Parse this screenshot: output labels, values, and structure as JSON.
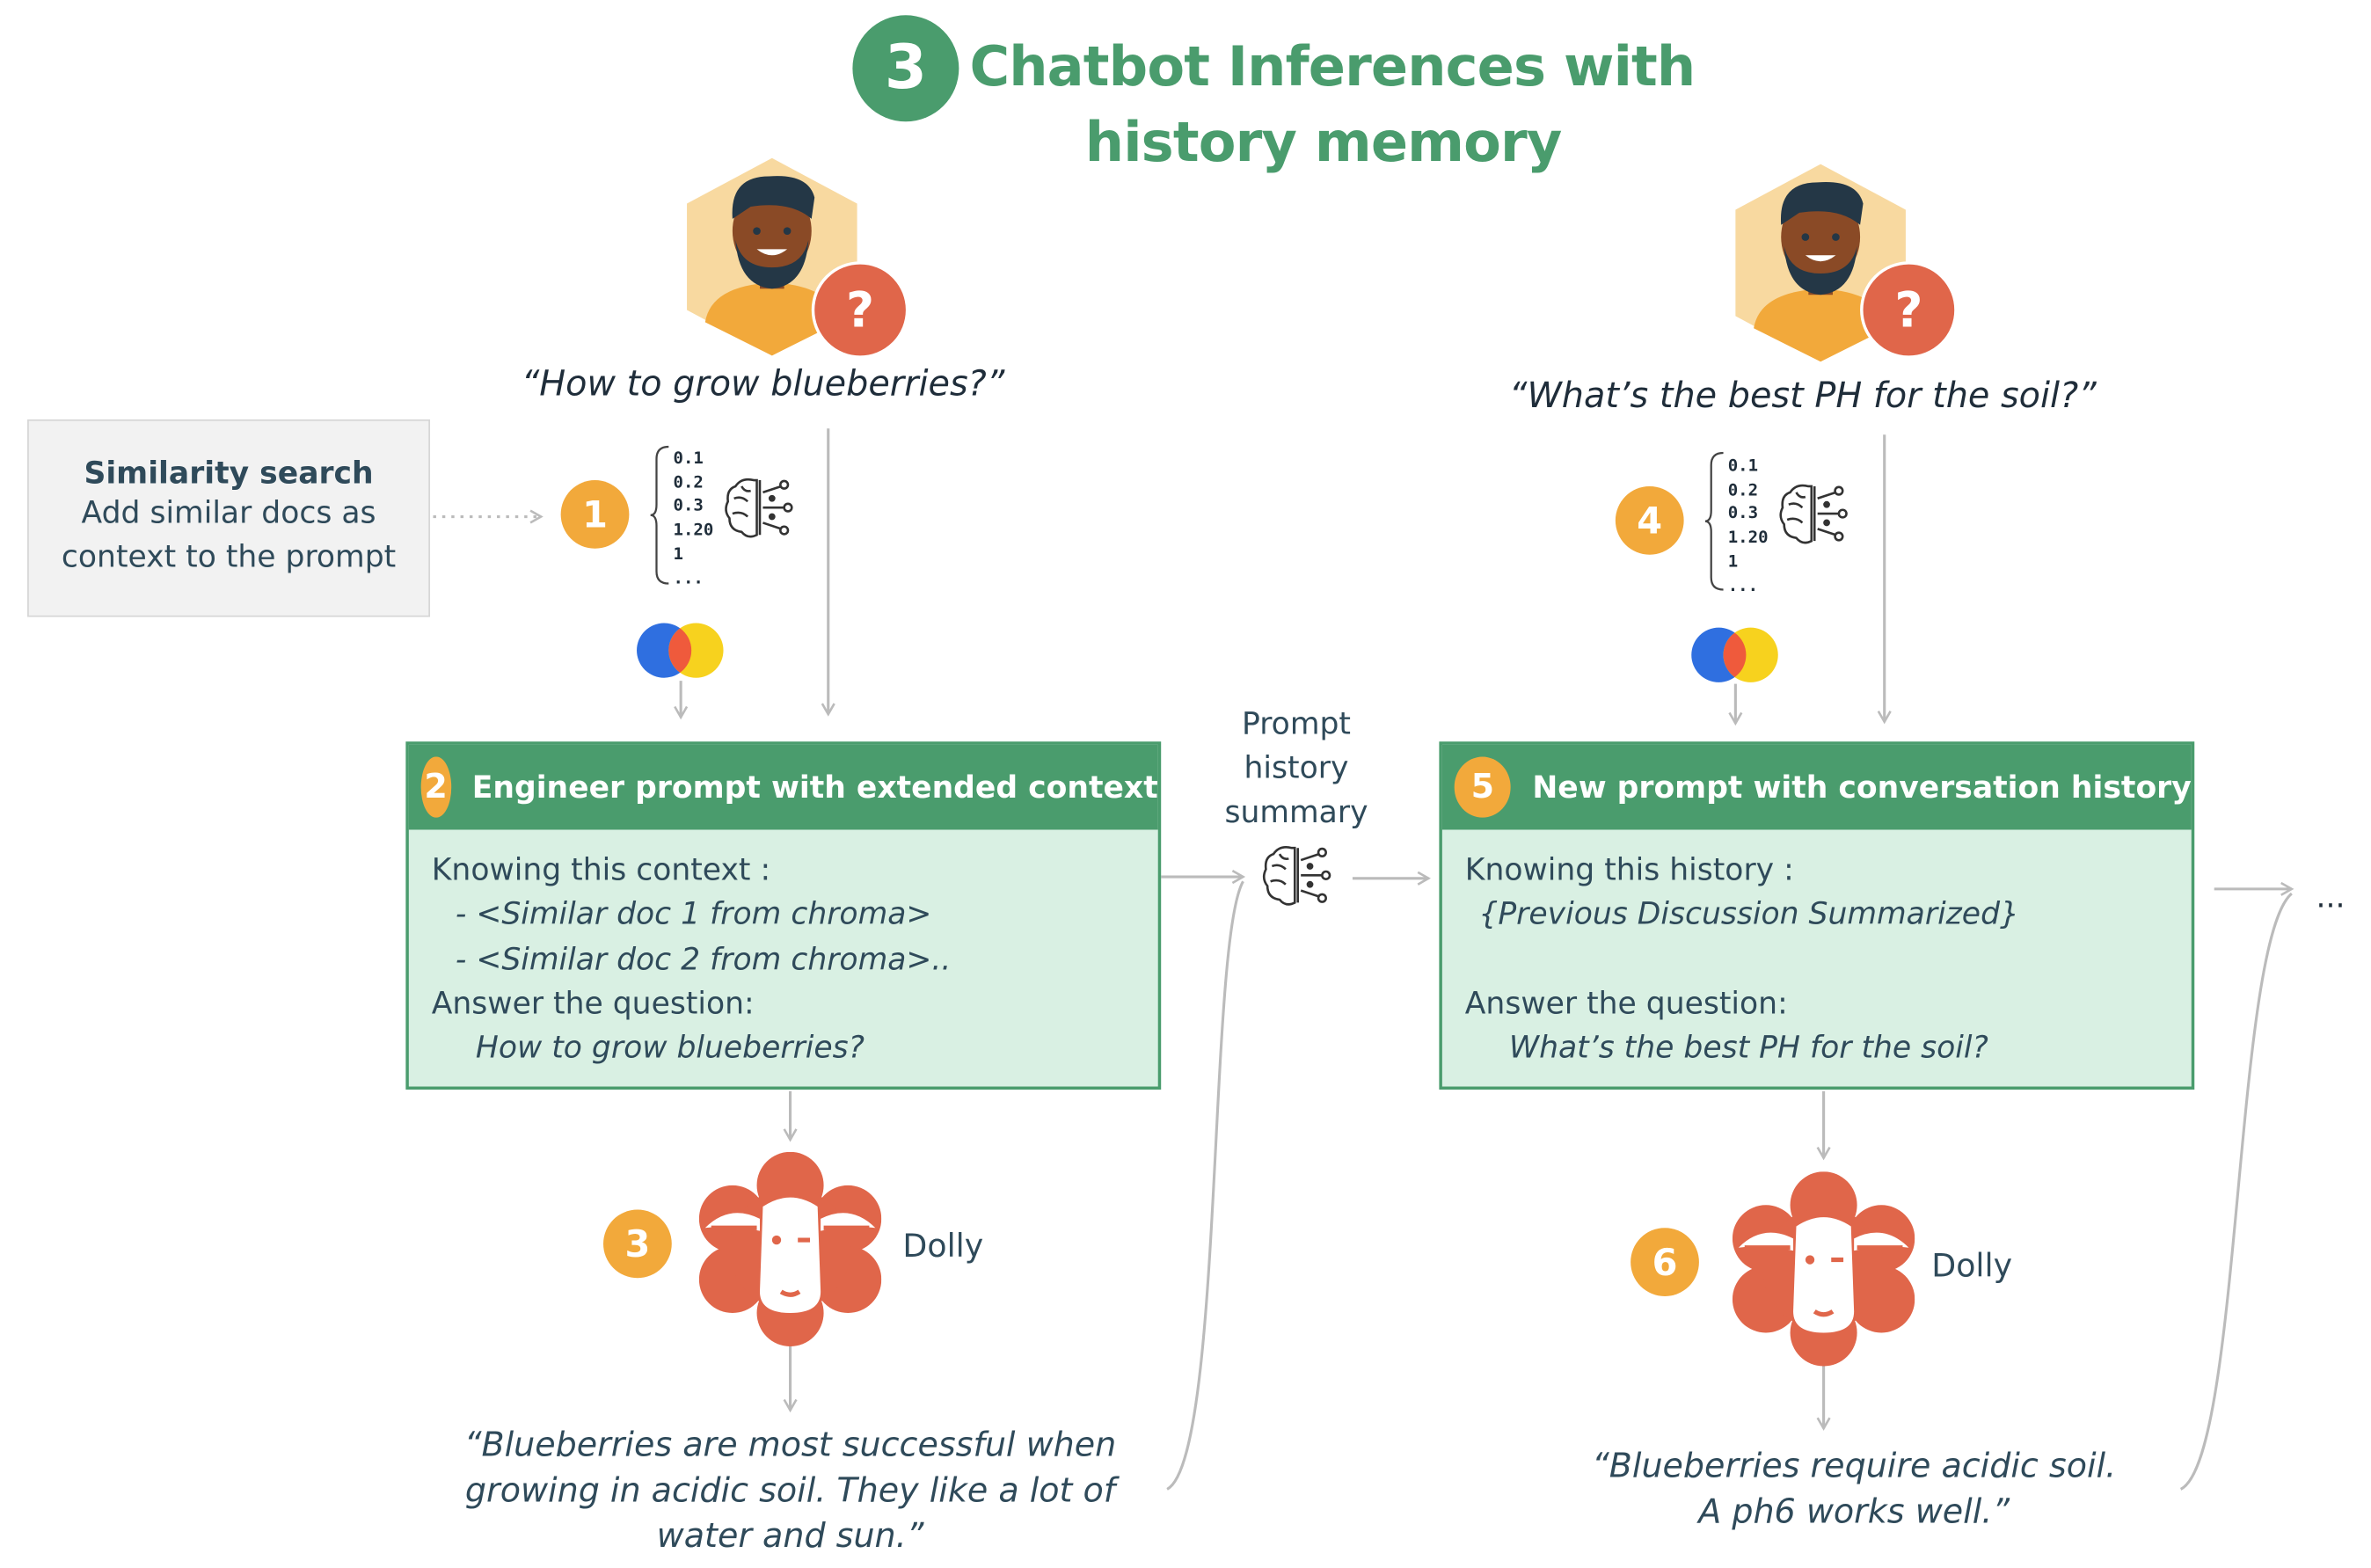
{
  "title": {
    "number": "3",
    "line1": "Chatbot Inferences with",
    "line2": "history memory"
  },
  "colors": {
    "green": "#4a9c6d",
    "orange": "#f2a93b",
    "coral": "#e0664a",
    "light_green": "#d9f0e3"
  },
  "similarity_search": {
    "heading": "Similarity search",
    "line1": "Add similar docs as",
    "line2": "context to the prompt"
  },
  "left": {
    "question": "“How to grow blueberries?”",
    "embedding_values": [
      "0.1",
      "0.2",
      "0.3",
      "1.20",
      "1",
      "..."
    ],
    "step1": "1",
    "box": {
      "number": "2",
      "title": "Engineer prompt with extended context",
      "lines": [
        "Knowing this context :",
        "  - <Similar doc 1 from chroma>",
        "  - <Similar doc 2 from chroma>..",
        "Answer the question:",
        "How to grow blueberries?"
      ]
    },
    "step3": "3",
    "model_label": "Dolly",
    "answer": [
      "“Blueberries are most successful when",
      "growing in acidic soil. They like a lot of",
      "water and sun.”"
    ]
  },
  "middle": {
    "summary_label": [
      "Prompt",
      "history",
      "summary"
    ]
  },
  "right": {
    "question": "“What’s the best PH for the soil?”",
    "embedding_values": [
      "0.1",
      "0.2",
      "0.3",
      "1.20",
      "1",
      "..."
    ],
    "step4": "4",
    "box": {
      "number": "5",
      "title": "New prompt with conversation history",
      "lines": [
        "Knowing this history :",
        "{Previous Discussion Summarized}",
        "",
        "Answer the question:",
        "What’s the best PH for the soil?"
      ]
    },
    "step6": "6",
    "model_label": "Dolly",
    "answer": [
      "“Blueberries require acidic soil.",
      "A ph6 works well.”"
    ]
  },
  "continuation": "...",
  "icons": {
    "question_badge": "?",
    "user": "user-avatar-icon",
    "brain": "brain-network-icon",
    "model": "dolly-sheep-icon",
    "embedding": "embedding-logo-icon"
  }
}
